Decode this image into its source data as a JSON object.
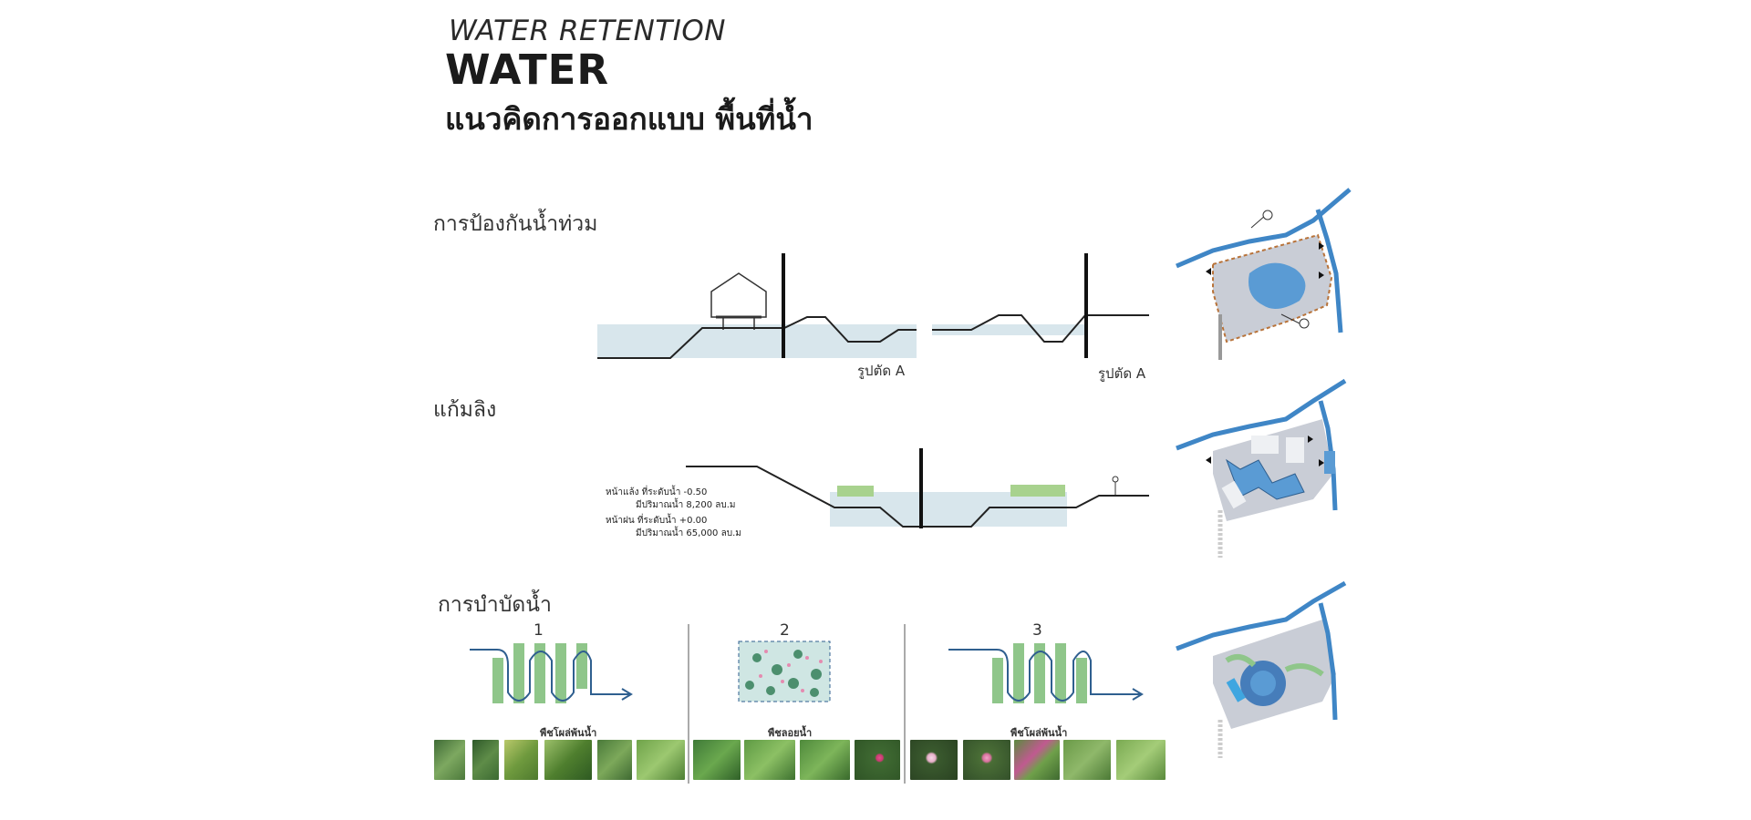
{
  "header": {
    "subtitle": "WATER RETENTION",
    "title": "WATER",
    "thai_title": "แนวคิดการออกแบบ พื้นที่น้ำ"
  },
  "sections": {
    "flood": {
      "title": "การป้องกันน้ำท่วม",
      "caption_left": "รูปตัด A",
      "caption_right": "รูปตัด A"
    },
    "retention": {
      "title": "แก้มลิง",
      "notes": {
        "dry_line1": "หน้าแล้ง ที่ระดับน้ำ -0.50",
        "dry_line2": "มีปริมาณน้ำ 8,200 ลบ.ม",
        "wet_line1": "หน้าฝน ที่ระดับน้ำ +0.00",
        "wet_line2": "มีปริมาณน้ำ 65,000 ลบ.ม"
      }
    },
    "treatment": {
      "title": "การบำบัดน้ำ",
      "steps": [
        "1",
        "2",
        "3"
      ],
      "plant_titles": [
        "พืชโผล่พ้นน้ำ",
        "พืชลอยน้ำ",
        "พืชโผล่พ้นน้ำ"
      ]
    }
  },
  "colors": {
    "water": "#cfdfe6",
    "river": "#3f86c6",
    "pond": "#5a9bd4",
    "site": "#c9cdd6",
    "plant_green": "#8fc68a",
    "arrow": "#2f5f8f",
    "boundary": "#b8733a"
  }
}
